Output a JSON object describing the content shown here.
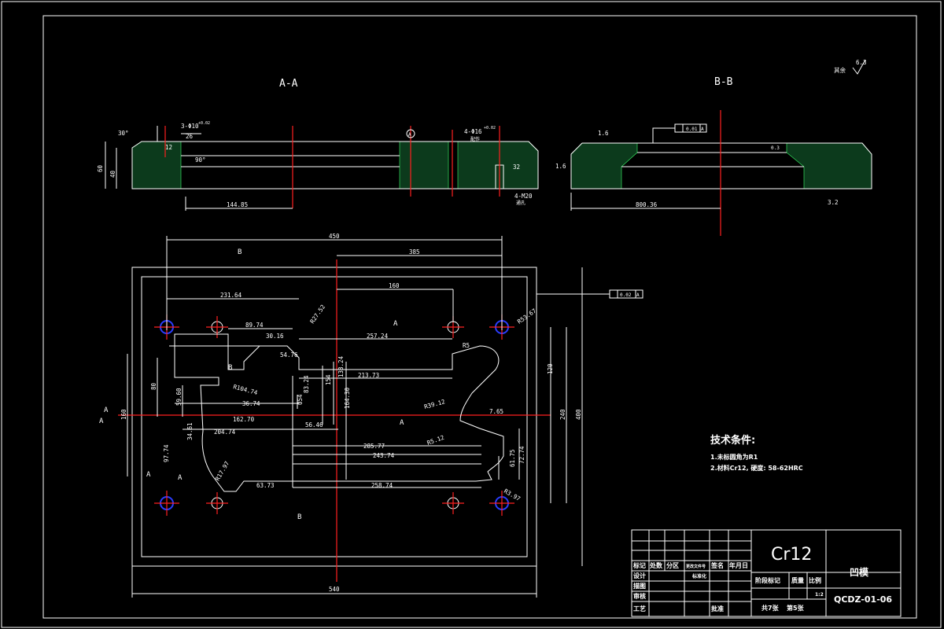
{
  "views": {
    "aa_title": "A-A",
    "bb_title": "B-B"
  },
  "section_aa": {
    "angle": "30°",
    "hole_note": "3-Φ10",
    "hole_tol": "+0.02",
    "width_26": "26",
    "dim_12": "12",
    "dim_90": "90°",
    "height_60": "60",
    "height_40": "40",
    "length_144": "144.85",
    "datum": "A",
    "pin_note": "4-Φ16",
    "pin_tol": "+0.02",
    "pin_sub": "配作",
    "depth_32": "32",
    "thread_note": "4-M20",
    "thread_sub": "通孔"
  },
  "section_bb": {
    "rough_left": "1.6",
    "rough_side": "1.6",
    "flatness": "0.01",
    "flatness_datum": "A",
    "rough_right": "3.2",
    "chamfer": "0.3",
    "length_800": "800.36"
  },
  "general_finish": {
    "label": "其余",
    "value": "6.3"
  },
  "plan": {
    "dim_450": "450",
    "dim_385": "385",
    "dim_160_top": "160",
    "dim_231": "231.64",
    "dim_r27": "R27.52",
    "dim_r53": "R53.67",
    "dim_89": "89.74",
    "dim_30": "30.16",
    "dim_257": "257.24",
    "dim_54": "54.76",
    "dim_r": "R5",
    "dim_213": "213.73",
    "dim_83": "83.24",
    "dim_154": "154",
    "dim_133": "133.24",
    "dim_r104": "R104.74",
    "dim_36": "36.74",
    "dim_162": "162.70",
    "dim_56": "56.46",
    "dim_54v": "054",
    "dim_164": "164.30",
    "dim_r39": "R39.12",
    "dim_7": "7.65",
    "dim_r5b": "R5.12",
    "dim_204": "204.74",
    "dim_285": "285.77",
    "dim_243": "243.74",
    "dim_61": "61.75",
    "dim_72": "72.74",
    "dim_r17": "R17.97",
    "dim_63": "63.73",
    "dim_258": "258.74",
    "dim_r3": "R3.97",
    "dim_160_left": "160",
    "dim_80": "80",
    "dim_59": "59.60",
    "dim_34": "34.61",
    "dim_97": "97.74",
    "dim_120": "120",
    "dim_240": "240",
    "dim_400": "400",
    "dim_540": "540",
    "flatness": "0.02",
    "flatness_datum": "A",
    "sec_a": "A",
    "sec_b": "B"
  },
  "notes": {
    "title": "技术条件:",
    "line1": "1.未标圆角为R1",
    "line2": "2.材料Cr12, 硬度: 58-62HRC"
  },
  "title_block": {
    "material": "Cr12",
    "part_name": "凹模",
    "drawing_no": "QCDZ-01-06",
    "mark": "标记",
    "count": "处数",
    "zone": "分区",
    "change_doc": "更改文件号",
    "sign": "签名",
    "date": "年月日",
    "design": "设计",
    "standard": "标准化",
    "drafting": "描图",
    "review": "审核",
    "process": "工艺",
    "approve": "批准",
    "stage": "阶段标记",
    "weight": "质量",
    "scale": "比例",
    "scale_val": "1:2",
    "sheets": "共7张",
    "sheet_no": "第5张"
  }
}
